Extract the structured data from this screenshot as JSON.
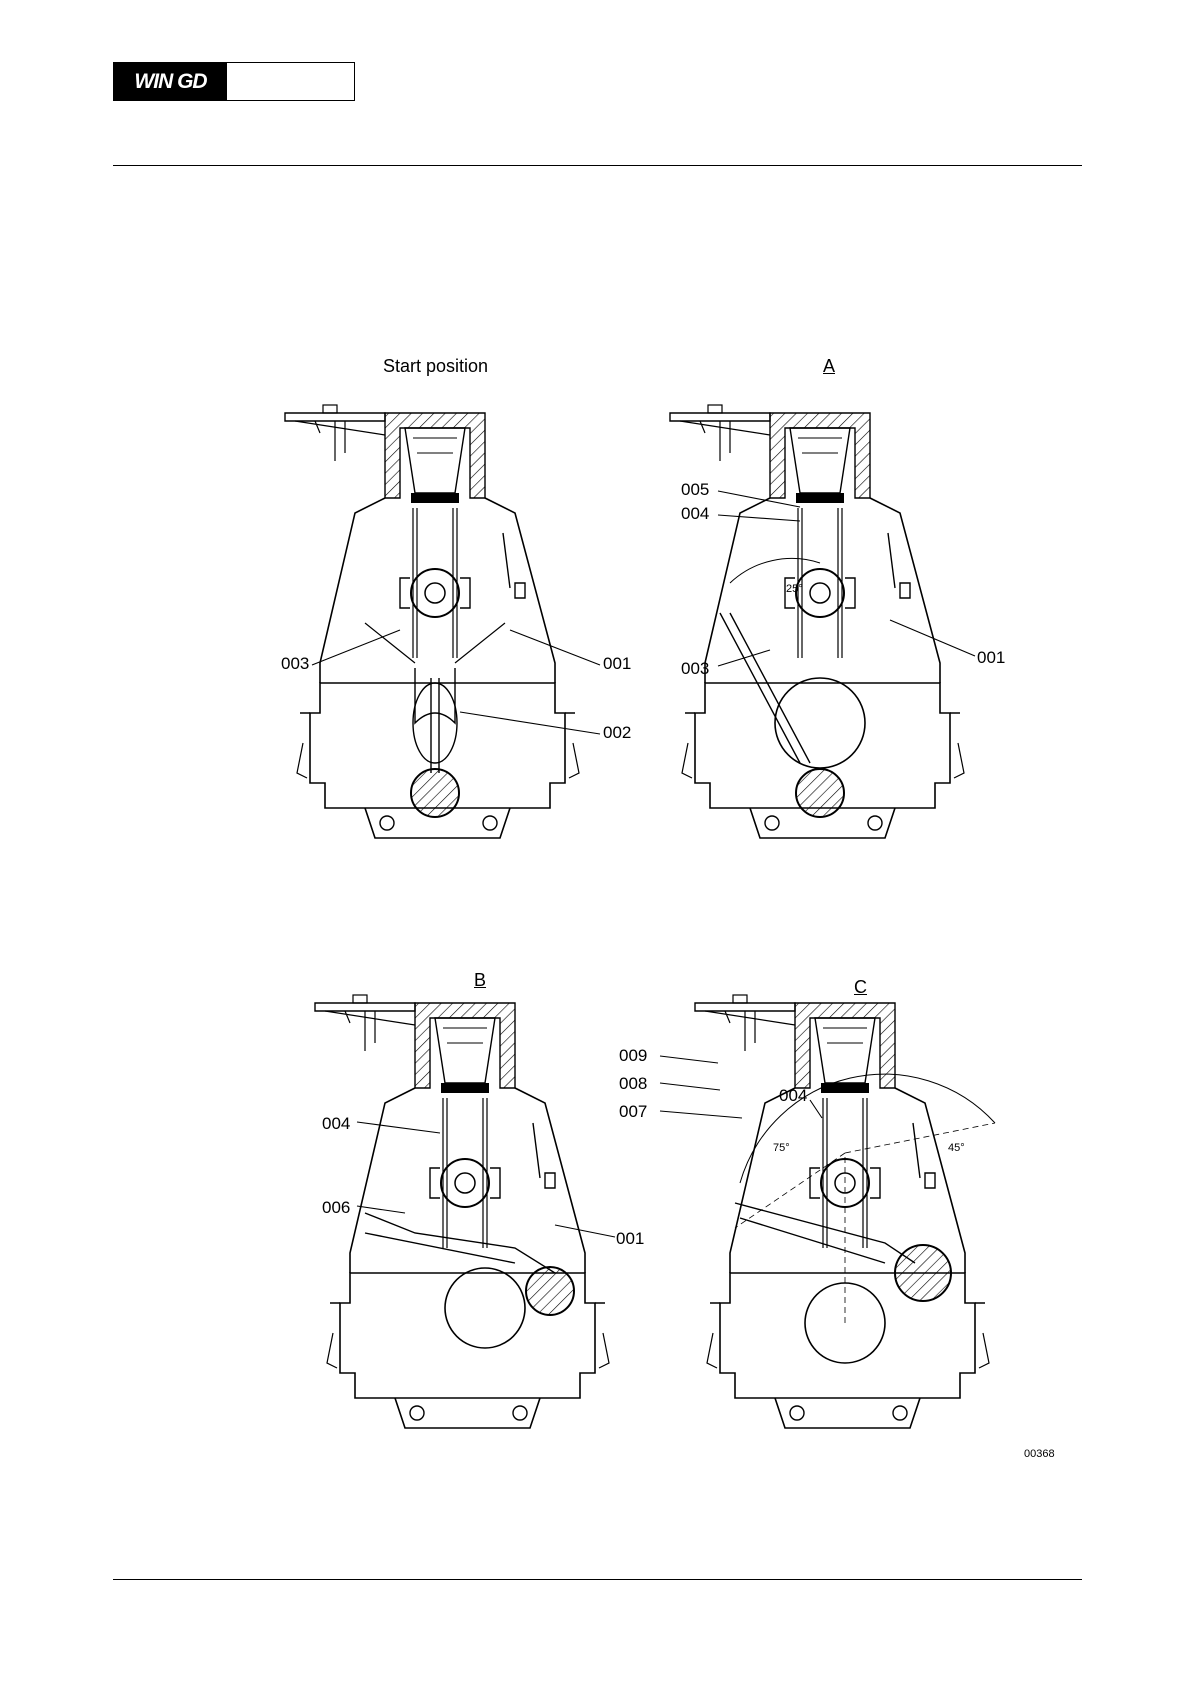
{
  "header": {
    "logo_text": "WIN GD"
  },
  "views": [
    {
      "title": "Start position",
      "callouts": [
        "003",
        "001",
        "002"
      ]
    },
    {
      "title": "A",
      "angle": "25°",
      "callouts": [
        "005",
        "004",
        "003",
        "001"
      ]
    },
    {
      "title": "B",
      "callouts": [
        "004",
        "006",
        "001"
      ]
    },
    {
      "title": "C",
      "angle_left": "75°",
      "angle_right": "45°",
      "callouts": [
        "009",
        "008",
        "007",
        "004"
      ]
    }
  ],
  "figure_number": "00368"
}
